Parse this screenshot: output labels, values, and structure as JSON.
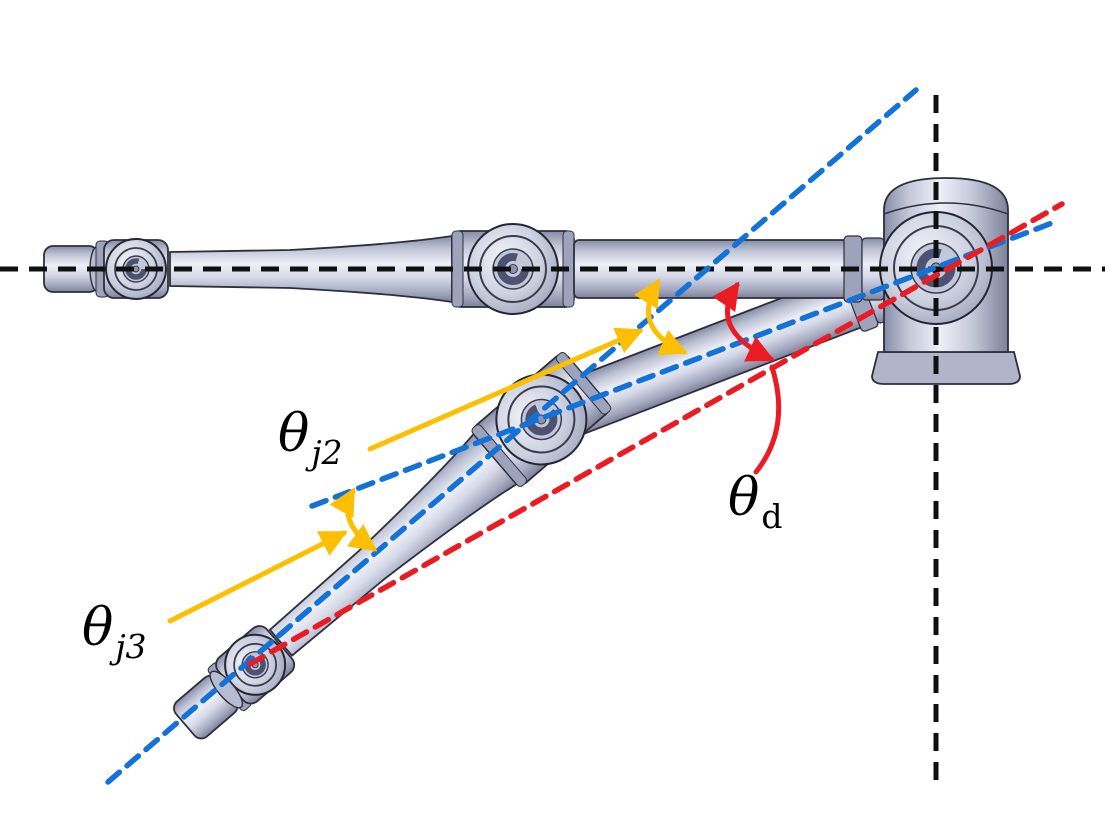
{
  "labels": {
    "theta_j2": {
      "symbol": "θ",
      "sub": "j2"
    },
    "theta_j3": {
      "symbol": "θ",
      "sub": "j3"
    },
    "theta_d": {
      "symbol": "θ",
      "sub": "d"
    }
  },
  "colors": {
    "background": "#ffffff",
    "axis-black": "#101010",
    "link-blue": "#1272d8",
    "deflection-red": "#eb1b23",
    "annotation-yellow": "#fdbf00",
    "label-text": "#000000"
  },
  "icons": {
    "horizontal_axis": "dashed-black-horizontal-axis",
    "vertical_axis": "dashed-black-vertical-axis",
    "link2_axis": "dashed-blue-upper-link-axis",
    "link3_axis": "dashed-blue-lower-link-axis",
    "deflection_axis": "dashed-red-deflection-axis"
  }
}
